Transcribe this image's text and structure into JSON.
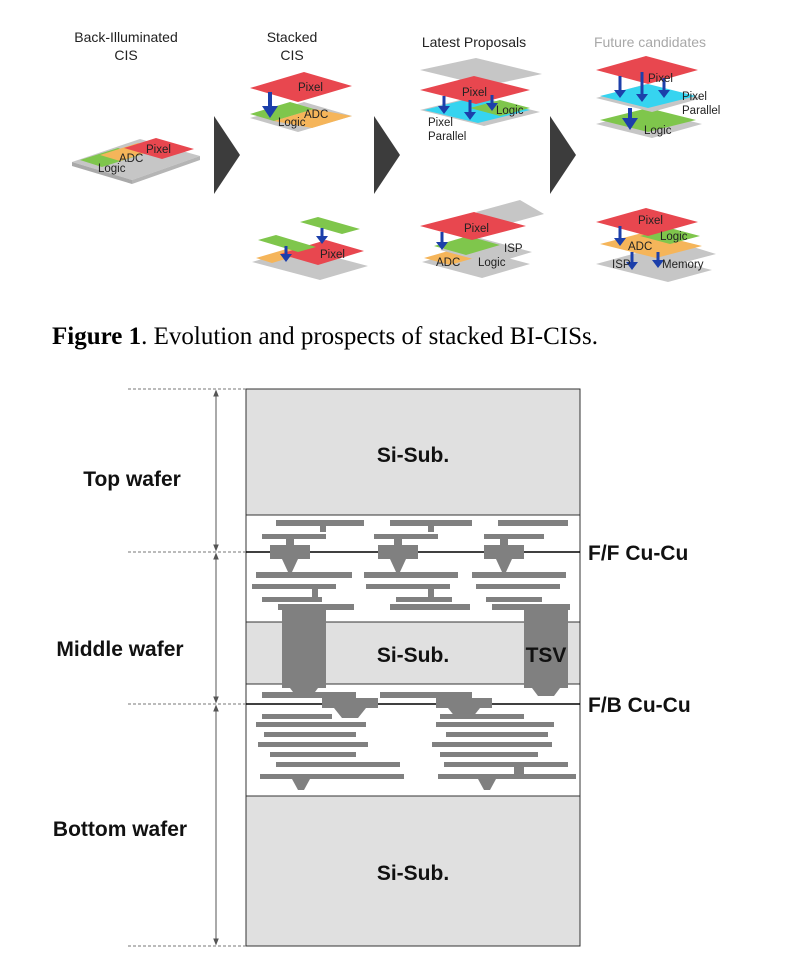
{
  "figure1": {
    "columns": [
      {
        "line1": "Back-Illuminated",
        "line2": "CIS"
      },
      {
        "line1": "Stacked",
        "line2": "CIS"
      },
      {
        "line1": "Latest Proposals",
        "line2": ""
      },
      {
        "line1": "Future candidates",
        "line2": ""
      }
    ],
    "chip_labels": {
      "pixel": "Pixel",
      "adc": "ADC",
      "logic": "Logic",
      "pixel_parallel_1": "Pixel",
      "pixel_parallel_2": "Parallel",
      "isp": "ISP",
      "memory": "Memory"
    },
    "caption_bold": "Figure 1",
    "caption_text": ". Evolution and prospects of stacked BI-CISs."
  },
  "cross_section": {
    "wafers": {
      "top": "Top wafer",
      "middle": "Middle wafer",
      "bottom": "Bottom wafer"
    },
    "substrate": "Si-Sub.",
    "tsv": "TSV",
    "ff_bond": "F/F Cu-Cu",
    "fb_bond": "F/B Cu-Cu"
  },
  "colors": {
    "pixel": "#e8474f",
    "adc": "#f5b55a",
    "logic": "#7fc64c",
    "parallel": "#36d4f0",
    "platform": "#c6c6c6",
    "arrow": "#1c3faa",
    "substrate_fill": "#e0e0e0",
    "metal": "#808080"
  }
}
